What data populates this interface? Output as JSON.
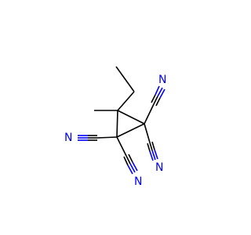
{
  "molecule": {
    "colors": {
      "carbon_bond": "#000000",
      "nitrogen": "#0000ff",
      "background": "#ffffff"
    },
    "labels": {
      "n_right_top": "N",
      "n_right_bottom": "N",
      "n_left": "N",
      "n_bottom": "N"
    }
  }
}
